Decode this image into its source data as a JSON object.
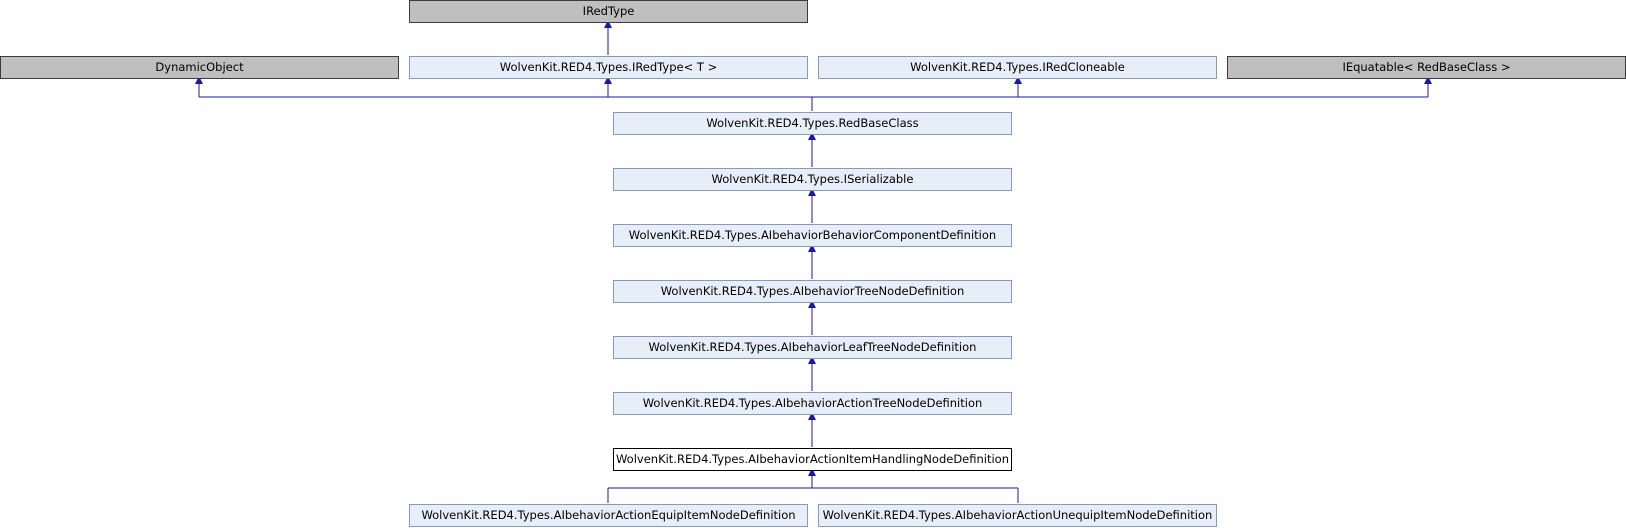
{
  "diagram": {
    "colors": {
      "edge": "#1a1a9c",
      "node_fill": "#e8eef7",
      "node_border": "#849bbf",
      "external_fill": "#bfbfbf"
    },
    "nodes": {
      "iredtype": "IRedType",
      "dynamicobject": "DynamicObject",
      "iredtype_t": "WolvenKit.RED4.Types.IRedType< T >",
      "iredcloneable": "WolvenKit.RED4.Types.IRedCloneable",
      "iequatable": "IEquatable< RedBaseClass >",
      "redbaseclass": "WolvenKit.RED4.Types.RedBaseClass",
      "iserializable": "WolvenKit.RED4.Types.ISerializable",
      "behavior_component": "WolvenKit.RED4.Types.AIbehaviorBehaviorComponentDefinition",
      "tree_node": "WolvenKit.RED4.Types.AIbehaviorTreeNodeDefinition",
      "leaf_tree_node": "WolvenKit.RED4.Types.AIbehaviorLeafTreeNodeDefinition",
      "action_tree_node": "WolvenKit.RED4.Types.AIbehaviorActionTreeNodeDefinition",
      "item_handling": "WolvenKit.RED4.Types.AIbehaviorActionItemHandlingNodeDefinition",
      "equip_item": "WolvenKit.RED4.Types.AIbehaviorActionEquipItemNodeDefinition",
      "unequip_item": "WolvenKit.RED4.Types.AIbehaviorActionUnequipItemNodeDefinition"
    }
  }
}
